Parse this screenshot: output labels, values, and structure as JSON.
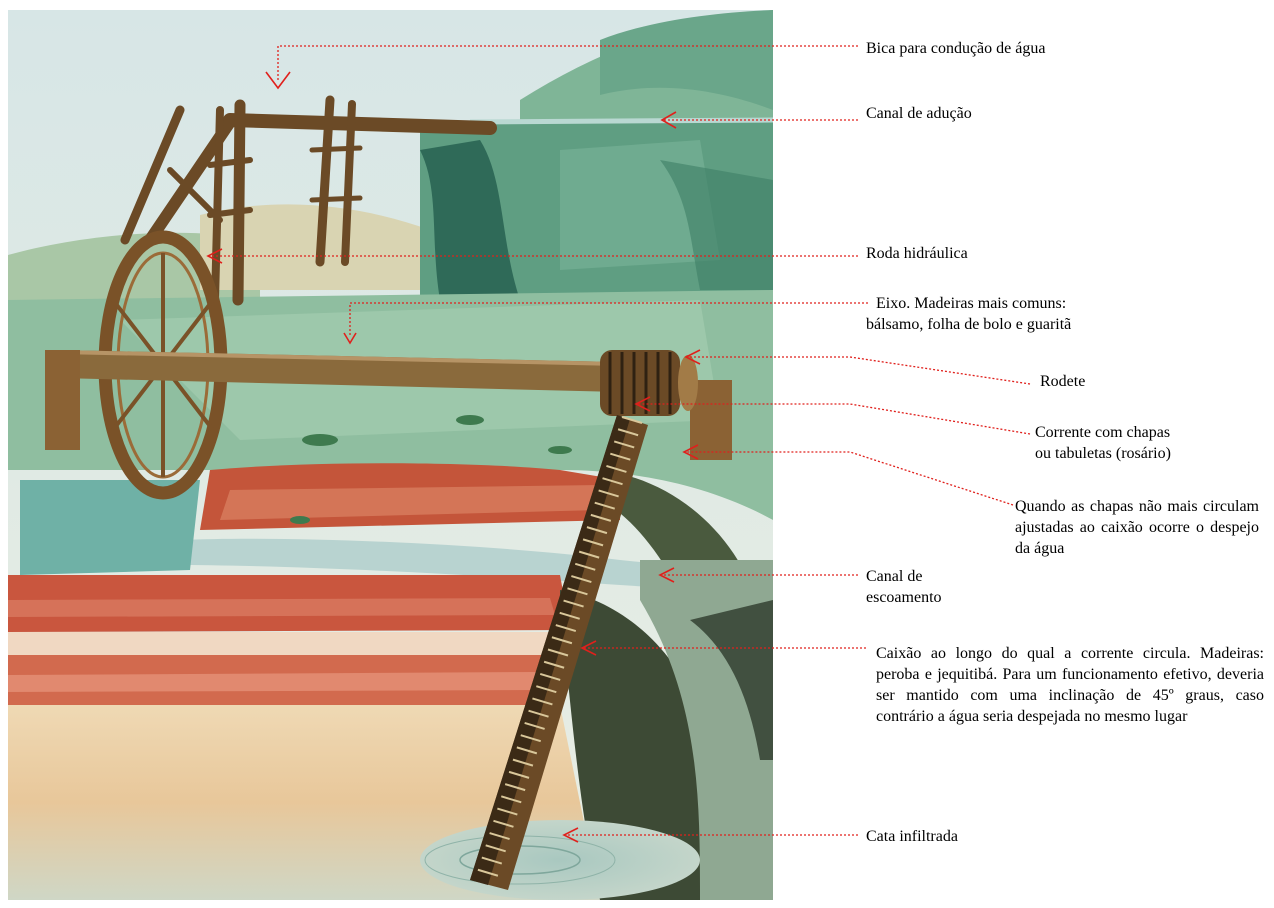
{
  "labels": {
    "bica": "Bica para condução de água",
    "canal_aducao": "Canal de adução",
    "roda": "Roda hidráulica",
    "eixo_l1": "Eixo. Madeiras mais comuns:",
    "eixo_l2": "bálsamo, folha de bolo e guaritã",
    "rodete": "Rodete",
    "corrente_l1": "Corrente com chapas",
    "corrente_l2": "ou tabuletas (rosário)",
    "quando": "Quando as chapas não mais circulam ajustadas ao caixão ocorre o despejo da água",
    "escoamento_l1": "Canal de",
    "escoamento_l2": "escoamento",
    "caixao": "Caixão ao longo do qual a corrente circula. Madeiras: peroba e jequitibá. Para um funcionamento efetivo, deveria ser mantido com uma inclinação de 45º graus, caso contrário a água seria despejada no mesmo lugar",
    "cata": "Cata infiltrada"
  },
  "colors": {
    "leader": "#e0201c",
    "sky": "#dfe9e6",
    "grass": "#8db89a",
    "earth_red": "#c4553a",
    "wood": "#6b4a26"
  }
}
